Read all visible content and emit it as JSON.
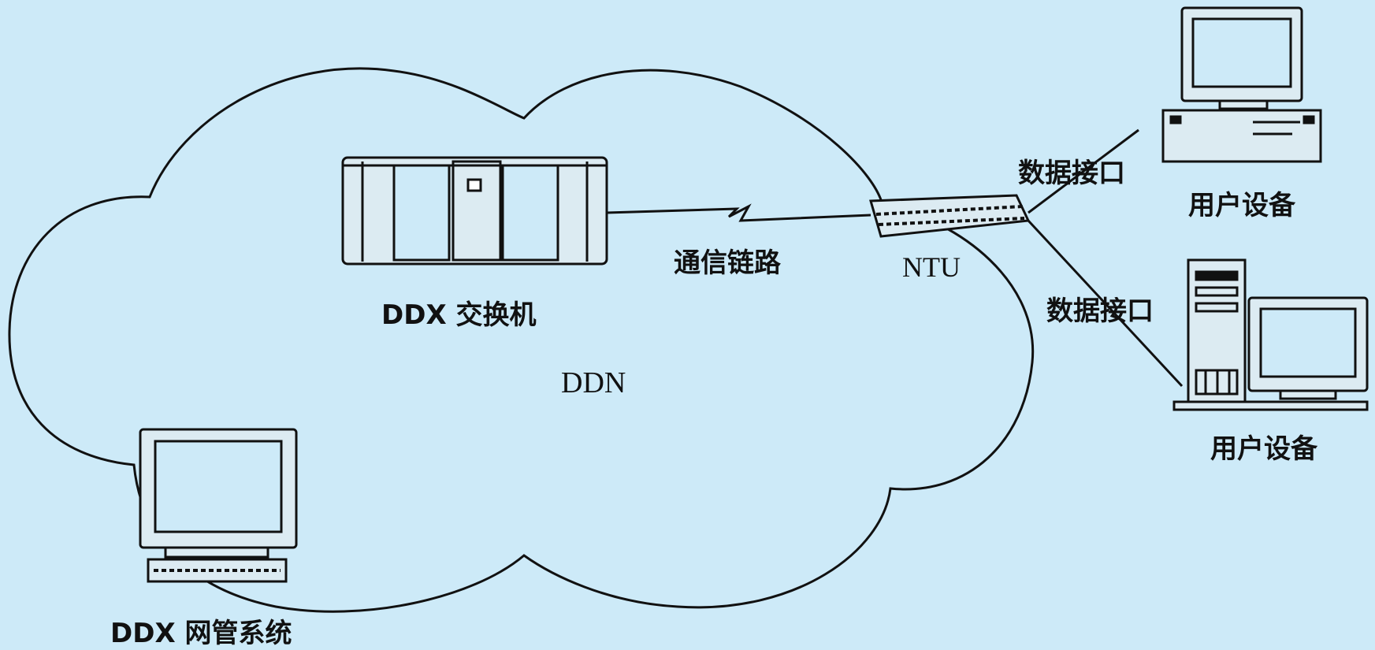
{
  "labels": {
    "ddx_switch": "DDX 交换机",
    "comm_link": "通信链路",
    "ntu": "NTU",
    "ddn": "DDN",
    "data_interface_top": "数据接口",
    "data_interface_bottom": "数据接口",
    "user_device_top": "用户设备",
    "user_device_bottom": "用户设备",
    "ddx_nms": "DDX 网管系统"
  },
  "colors": {
    "background": "#cdeaf8",
    "outline": "#111111",
    "device_fill": "#dcebf2",
    "screen_fill": "#cdeaf8"
  },
  "icons": [
    "cloud-icon",
    "switch-cabinet-icon",
    "ntu-device-icon",
    "desktop-computer-icon",
    "tower-computer-icon",
    "monitor-icon",
    "lightning-link-icon"
  ]
}
